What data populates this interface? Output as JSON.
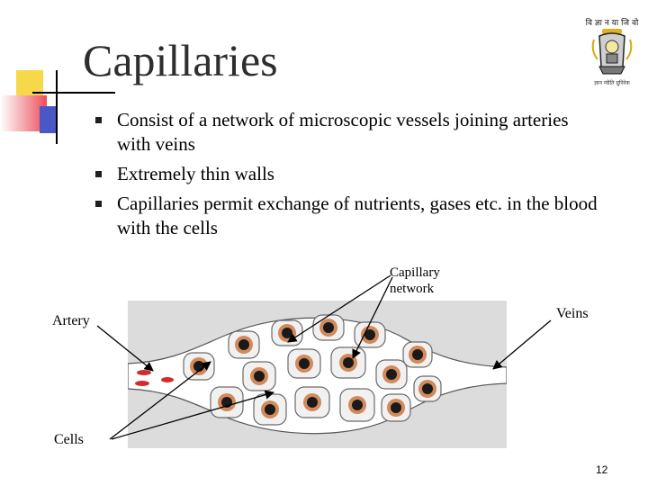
{
  "slide": {
    "title": "Capillaries",
    "bullets": [
      "Consist of a network of microscopic vessels joining arteries with veins",
      "Extremely thin walls",
      "Capillaries permit exchange of nutrients, gases etc. in the blood with the cells"
    ],
    "page_number": "12"
  },
  "logo": {
    "top_text": "वि ज्ञा न या जि वो",
    "motto": "ज्ञान न्यीति ग्रुनिरेक",
    "icon": "institution-emblem"
  },
  "diagram": {
    "labels": {
      "capillary_network": "Capillary network",
      "veins": "Veins",
      "artery": "Artery",
      "cells": "Cells"
    },
    "colors": {
      "background": "#dcdcdc",
      "cell_fill": "#f1f1f1",
      "nucleus_ring": "#d28a5a",
      "nucleus_core": "#1a1a1a",
      "red_blood_cell": "#d62a2a"
    }
  },
  "decorations": {
    "colors": {
      "yellow": "#f7d84a",
      "red": "#ee4d5a",
      "blue": "#4a58c6"
    }
  }
}
